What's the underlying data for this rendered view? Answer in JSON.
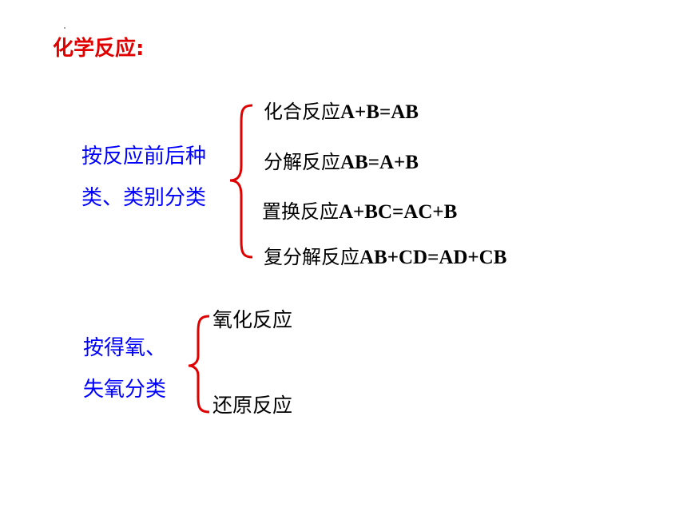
{
  "title": "化学反应:",
  "group1": {
    "category_line1": "按反应前后种",
    "category_line2": "类、类别分类",
    "items": [
      {
        "name": "化合反应",
        "formula": "A+B=AB"
      },
      {
        "name": "分解反应",
        "formula": "AB=A+B"
      },
      {
        "name": "置换反应",
        "formula": "A+BC=AC+B"
      },
      {
        "name": "复分解反应",
        "formula": "AB+CD=AD+CB"
      }
    ]
  },
  "group2": {
    "category_line1": "按得氧、",
    "category_line2": "失氧分类",
    "items": [
      "氧化反应",
      "还原反应"
    ]
  },
  "colors": {
    "title": "#e00000",
    "category": "#0000ff",
    "brace": "#e00000",
    "text": "#000000"
  }
}
